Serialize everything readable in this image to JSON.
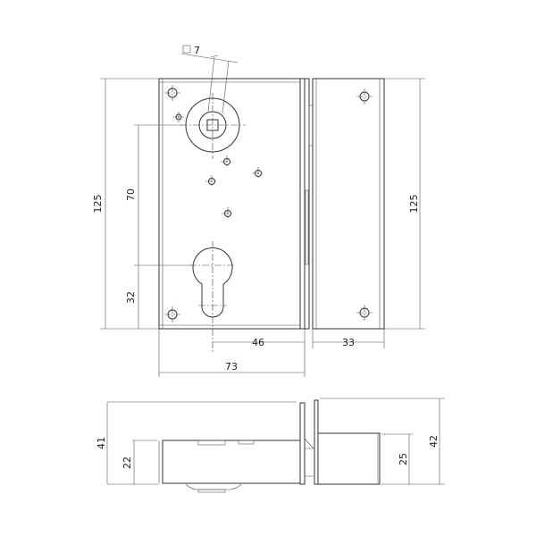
{
  "title": "",
  "dimensions": {
    "spindle_square": "7",
    "height_left": "125",
    "height_right": "125",
    "spindle_to_cylinder": "70",
    "cylinder_to_bottom": "32",
    "backset": "46",
    "case_width": "73",
    "side_width": "33",
    "depth_total": "41",
    "depth_case": "22",
    "keeper_depth": "25",
    "keeper_total": "42"
  },
  "colors": {
    "line": "#333333",
    "background": "#ffffff"
  }
}
